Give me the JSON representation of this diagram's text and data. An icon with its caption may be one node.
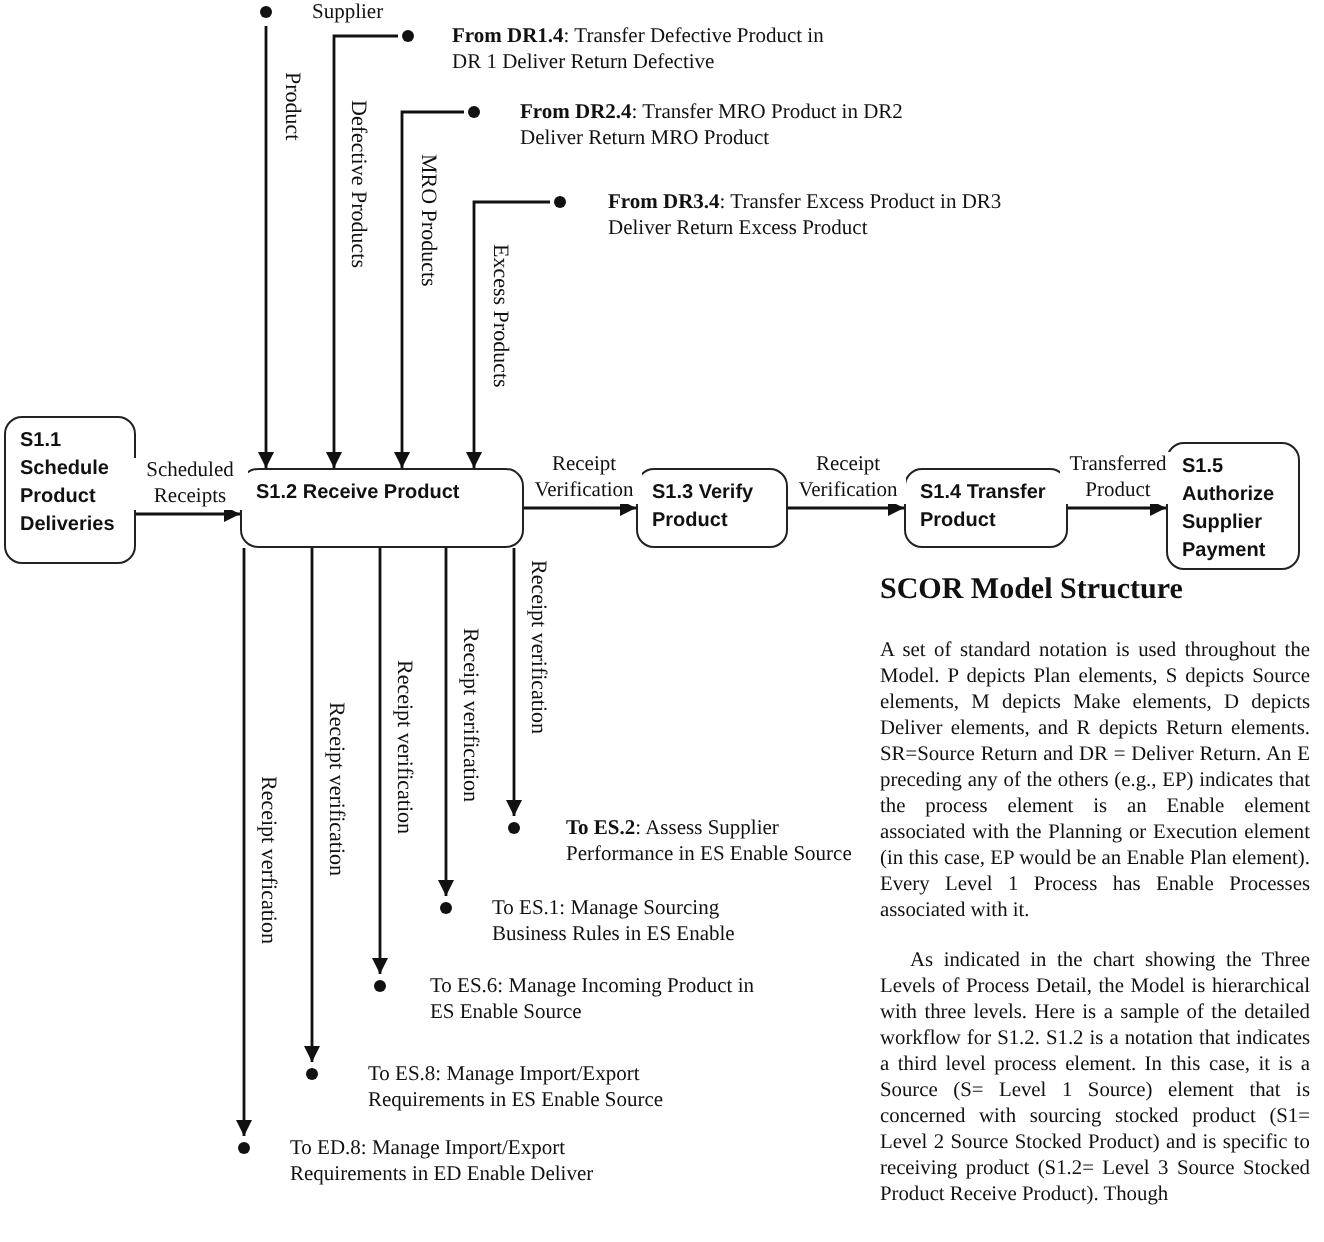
{
  "diagram": {
    "nodes": [
      {
        "text": [
          "Supplier"
        ]
      },
      {
        "text": [
          "**From DR1.4**: Transfer Defective Product in DR 1 Deliver Return Defective"
        ]
      },
      {
        "text": [
          "**From DR2.4**: Transfer MRO Product in DR2 Deliver Return MRO Product"
        ]
      },
      {
        "text": [
          "**From DR3.4**: Transfer Excess Product in DR3 Deliver Return Excess Product"
        ]
      },
      {
        "text": [
          "S1.1 Schedule Product Deliveries"
        ]
      },
      {
        "text": [
          "S1.2 Receive Product"
        ]
      },
      {
        "text": [
          "S1.3 Verify Product"
        ]
      },
      {
        "text": [
          "S1.4 Transfer Product"
        ]
      },
      {
        "text": [
          "S1.5 Authorize Supplier Payment"
        ]
      },
      {
        "text": [
          "**To ES.2**: Assess Supplier Performance in ES Enable Source"
        ]
      },
      {
        "text": [
          "To ES.1: Manage Sourcing Business Rules in ES Enable"
        ]
      },
      {
        "text": [
          "To ES.6: Manage Incoming Product in ES Enable Source"
        ]
      },
      {
        "text": [
          "To ES.8: Manage Import/Export Requirements in ES Enable Source"
        ]
      },
      {
        "text": [
          "To ED.8: Manage Import/Export Requirements in ED Enable Deliver"
        ]
      }
    ],
    "edges": [
      {
        "from": 0,
        "to": 5,
        "arrow": "to",
        "label": "Product"
      },
      {
        "from": 1,
        "to": 5,
        "arrow": "to",
        "label": "Defective Products"
      },
      {
        "from": 2,
        "to": 5,
        "arrow": "to",
        "label": "MRO Products"
      },
      {
        "from": 3,
        "to": 5,
        "arrow": "to",
        "label": "Excess Products"
      },
      {
        "from": 4,
        "to": 5,
        "arrow": "to",
        "label": "Scheduled Receipts"
      },
      {
        "from": 5,
        "to": 6,
        "arrow": "to",
        "label": "Receipt Verification"
      },
      {
        "from": 6,
        "to": 7,
        "arrow": "to",
        "label": "Receipt Verification"
      },
      {
        "from": 7,
        "to": 8,
        "arrow": "to",
        "label": "Transferred Product"
      },
      {
        "from": 5,
        "to": 9,
        "arrow": "to",
        "label": "Receipt verification"
      },
      {
        "from": 5,
        "to": 10,
        "arrow": "to",
        "label": "Receipt verification"
      },
      {
        "from": 5,
        "to": 11,
        "arrow": "to",
        "label": "Receipt verification"
      },
      {
        "from": 5,
        "to": 12,
        "arrow": "to",
        "label": "Receipt verification"
      },
      {
        "from": 5,
        "to": 13,
        "arrow": "to",
        "label": "Receipt verfication"
      }
    ],
    "labels": [
      "SCOR Model Structure",
      "A set of standard notation is used throughout the Model. P depicts Plan elements, S depicts Source elements, M depicts Make elements, D depicts Deliver elements, and R depicts Return elements. SR=Source Return and DR = Deliver Return. An E preceding any of the others (e.g., EP) indicates that the process element is an Enable element associated with the Planning or Execution element (in this case, EP would be an Enable Plan element). Every Level 1 Process has Enable Processes associated with it.",
      "As indicated in the chart showing the Three Levels of Process Detail, the Model is hierarchical with three levels. Here is a sample of the detailed workflow for S1.2. S1.2 is a notation that indicates a third level process element. In this case, it is a Source (S= Level 1 Source) element that is concerned with sourcing stocked product (S1= Level 2 Source Stocked Product) and is specific to receiving product (S1.2= Level 3 Source Stocked Product Receive Product). Though"
    ]
  }
}
